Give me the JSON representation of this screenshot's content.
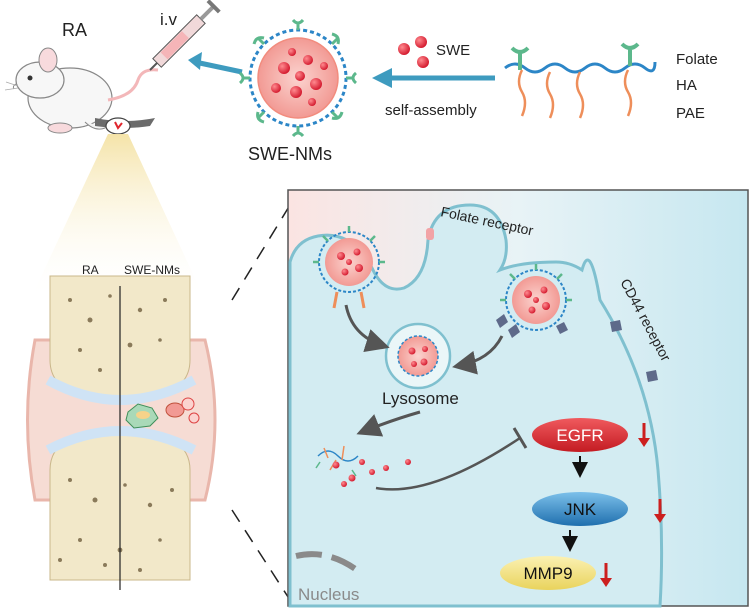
{
  "labels": {
    "ra_title": "RA",
    "iv": "i.v",
    "swe": "SWE",
    "self_assembly": "self-assembly",
    "folate": "Folate",
    "ha": "HA",
    "pae": "PAE",
    "swe_nms": "SWE-NMs",
    "joint_ra": "RA",
    "joint_swe_nms": "SWE-NMs",
    "folate_receptor": "Folate receptor",
    "cd44_receptor": "CD44 receptor",
    "lysosome": "Lysosome",
    "nucleus": "Nucleus"
  },
  "pathway": [
    {
      "name": "EGFR",
      "color": "#d9252b",
      "trend": "down"
    },
    {
      "name": "JNK",
      "color": "#2f86c4",
      "trend": "down"
    },
    {
      "name": "MMP9",
      "color": "#f2e27a",
      "trend": "down"
    }
  ],
  "colors": {
    "arrow_blue": "#3e9bbf",
    "cell_fill": "#d3ecf2",
    "cell_outline": "#7fc0cf",
    "nanoparticle_core": "#f4a9a3",
    "drug_red": "#e2303a",
    "down_arrow": "#cc1f1f",
    "bone": "#f2e8c9",
    "cartilage": "#cfe3f5",
    "folate_green": "#5cb88c",
    "ha_blue": "#2c86c7",
    "pae_orange": "#ee8e5a"
  },
  "icons": [
    "mouse-icon",
    "syringe-icon",
    "nanoparticle-icon",
    "joint-icon",
    "receptor-icon",
    "down-arrow-icon"
  ]
}
